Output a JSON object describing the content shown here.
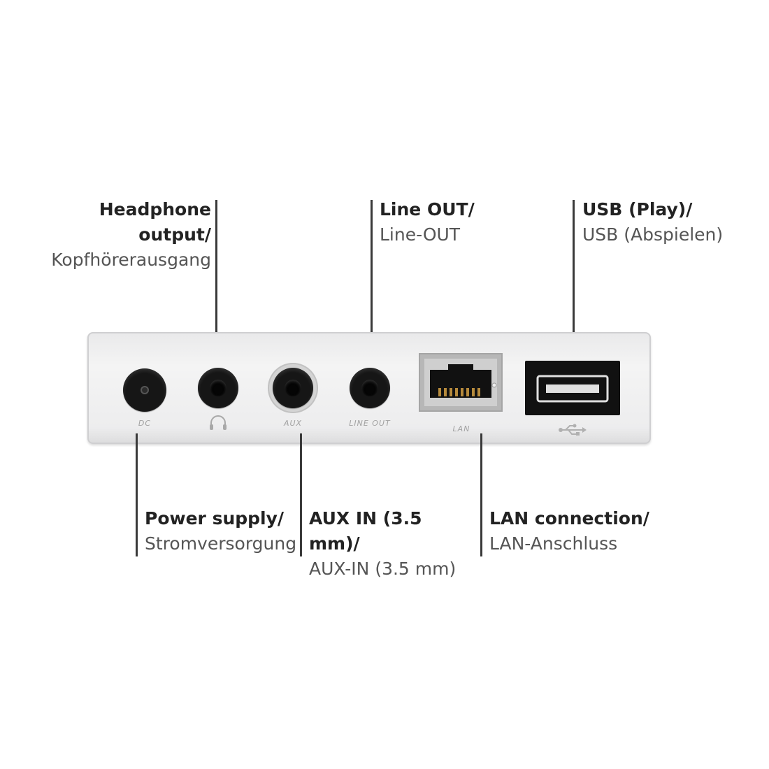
{
  "callouts": {
    "headphone": {
      "en_line1": "Headphone",
      "en_line2": "output/",
      "de": "Kopfhörerausgang"
    },
    "line_out": {
      "en": "Line OUT/",
      "de": "Line-OUT"
    },
    "usb": {
      "en": "USB (Play)/",
      "de": "USB (Abspielen)"
    },
    "power": {
      "en": "Power supply/",
      "de": "Stromversorgung"
    },
    "aux": {
      "en": "AUX IN (3.5 mm)/",
      "de": "AUX-IN (3.5 mm)"
    },
    "lan": {
      "en": "LAN connection/",
      "de": "LAN-Anschluss"
    }
  },
  "panel": {
    "dc_label": "DC",
    "aux_label": "AUX",
    "line_out_label": "LINE OUT",
    "lan_label": "LAN"
  },
  "colors": {
    "panel": "#ececed",
    "jack": "#161616",
    "leader_line": "#3a3a3a",
    "label_secondary": "#555555"
  }
}
